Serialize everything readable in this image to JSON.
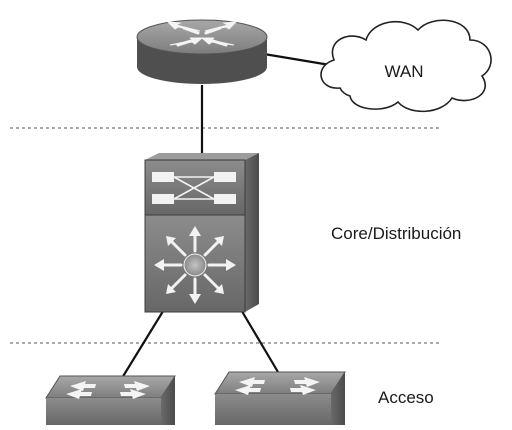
{
  "diagram": {
    "labels": {
      "wan": "WAN",
      "core": "Core/Distribución",
      "access": "Acceso"
    },
    "nodes": [
      {
        "id": "router",
        "icon": "router-icon"
      },
      {
        "id": "wan",
        "icon": "cloud-icon"
      },
      {
        "id": "core-switch",
        "icon": "multilayer-switch-icon"
      },
      {
        "id": "access-switch-1",
        "icon": "switch-icon"
      },
      {
        "id": "access-switch-2",
        "icon": "switch-icon"
      }
    ],
    "links": [
      {
        "from": "router",
        "to": "wan"
      },
      {
        "from": "router",
        "to": "core-switch"
      },
      {
        "from": "core-switch",
        "to": "access-switch-1"
      },
      {
        "from": "core-switch",
        "to": "access-switch-2"
      }
    ],
    "colors": {
      "device_dark": "#555555",
      "device_mid": "#8a8a8a",
      "device_light": "#c8c8c8",
      "line": "#111111",
      "separator": "#555555"
    }
  }
}
